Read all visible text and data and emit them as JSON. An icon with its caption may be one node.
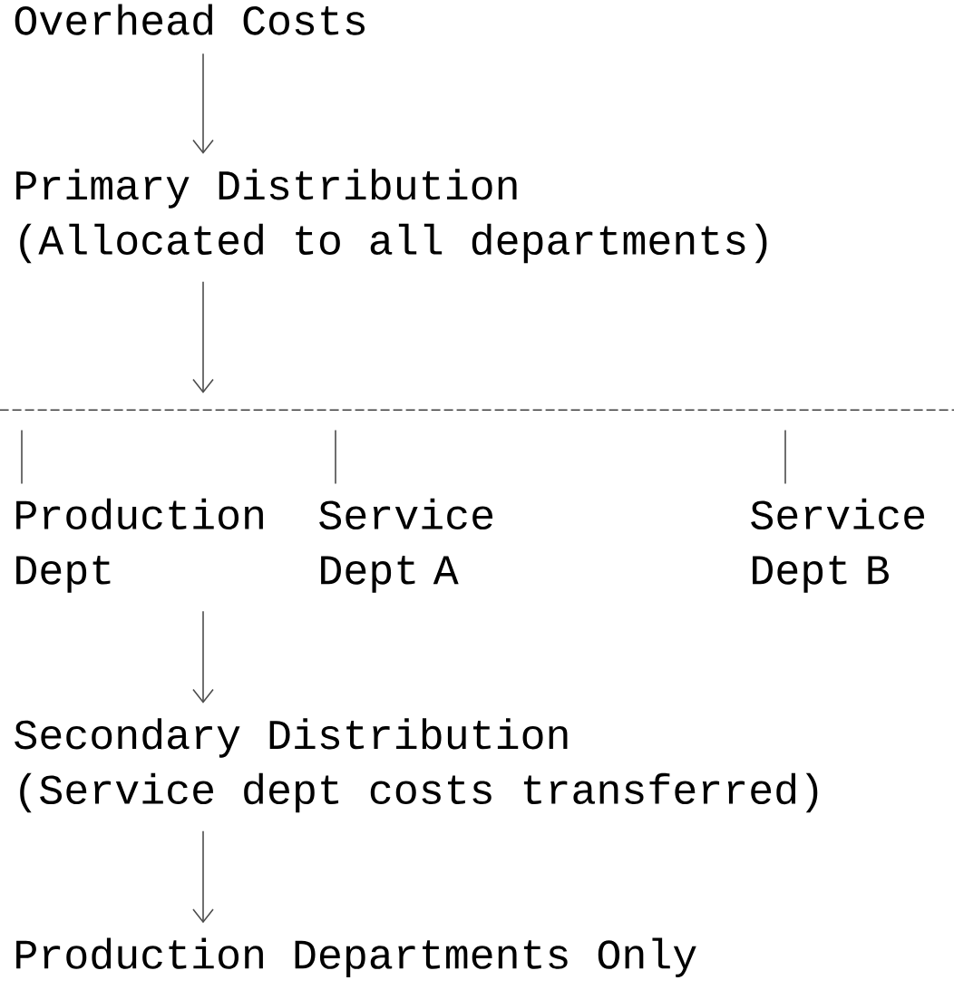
{
  "diagram": {
    "nodes": [
      {
        "text": [
          "Overhead Costs"
        ]
      },
      {
        "text": [
          "Primary Distribution",
          "(Allocated to all departments)"
        ]
      },
      {
        "text": [],
        "shape": "bar"
      },
      {
        "text": [
          "Production Dept"
        ]
      },
      {
        "text": [
          "Service Dept A"
        ]
      },
      {
        "text": [
          "Service Dept B"
        ]
      },
      {
        "text": [
          "Secondary Distribution",
          "(Service dept costs transferred)"
        ]
      },
      {
        "text": [
          "Production Departments Only"
        ]
      }
    ],
    "edges": [
      {
        "from": 0,
        "to": 1,
        "arrow": "to"
      },
      {
        "from": 1,
        "to": 2,
        "arrow": "to"
      },
      {
        "from": 2,
        "to": 3,
        "arrow": "none"
      },
      {
        "from": 2,
        "to": 4,
        "arrow": "none"
      },
      {
        "from": 2,
        "to": 5,
        "arrow": "none"
      },
      {
        "from": 3,
        "to": 6,
        "arrow": "to"
      },
      {
        "from": 6,
        "to": 7,
        "arrow": "to"
      }
    ]
  }
}
